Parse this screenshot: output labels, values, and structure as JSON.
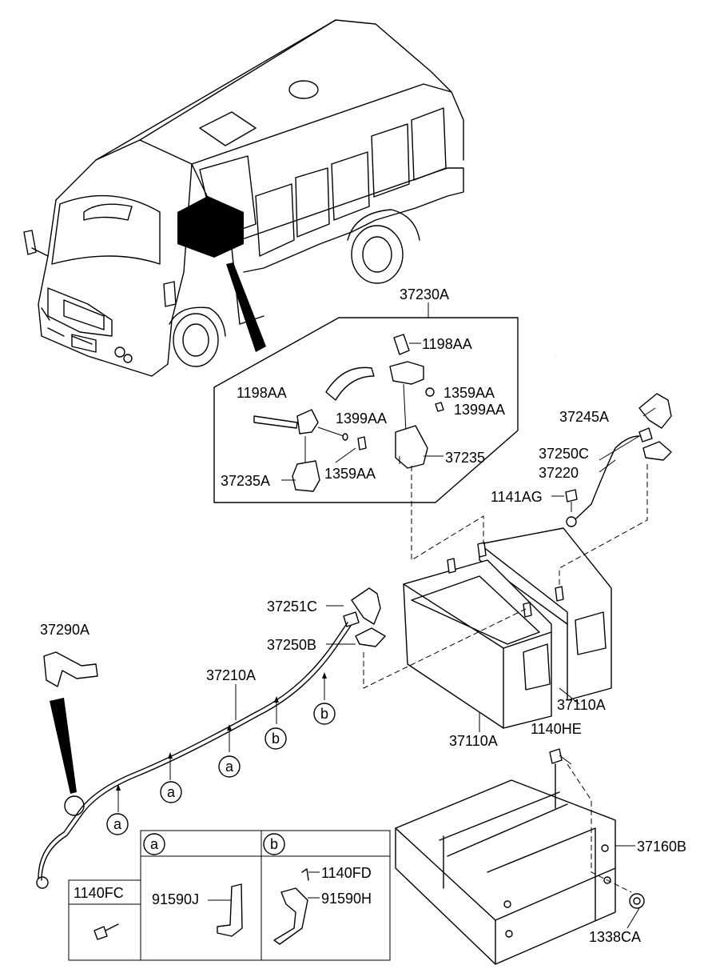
{
  "labels": {
    "p37230A": "37230A",
    "p1198AA_top": "1198AA",
    "p1198AA_left": "1198AA",
    "p1359AA_right": "1359AA",
    "p1399AA_right": "1399AA",
    "p1399AA_mid": "1399AA",
    "p37235": "37235",
    "p37235A": "37235A",
    "p1359AA_bottom": "1359AA",
    "p37245A": "37245A",
    "p37250C": "37250C",
    "p37220": "37220",
    "p1141AG": "1141AG",
    "p37251C": "37251C",
    "p37250B": "37250B",
    "p37290A": "37290A",
    "p37210A": "37210A",
    "p37110A_right": "37110A",
    "p37110A_bottom": "37110A",
    "p1140HE": "1140HE",
    "p37160B": "37160B",
    "p1338CA": "1338CA"
  },
  "callouts": [
    "a",
    "a",
    "a",
    "b",
    "b",
    "b"
  ],
  "legend": {
    "header_fc": "1140FC",
    "header_a": "a",
    "header_b": "b",
    "a_part": "91590J",
    "b_bolt": "1140FD",
    "b_part": "91590H"
  }
}
